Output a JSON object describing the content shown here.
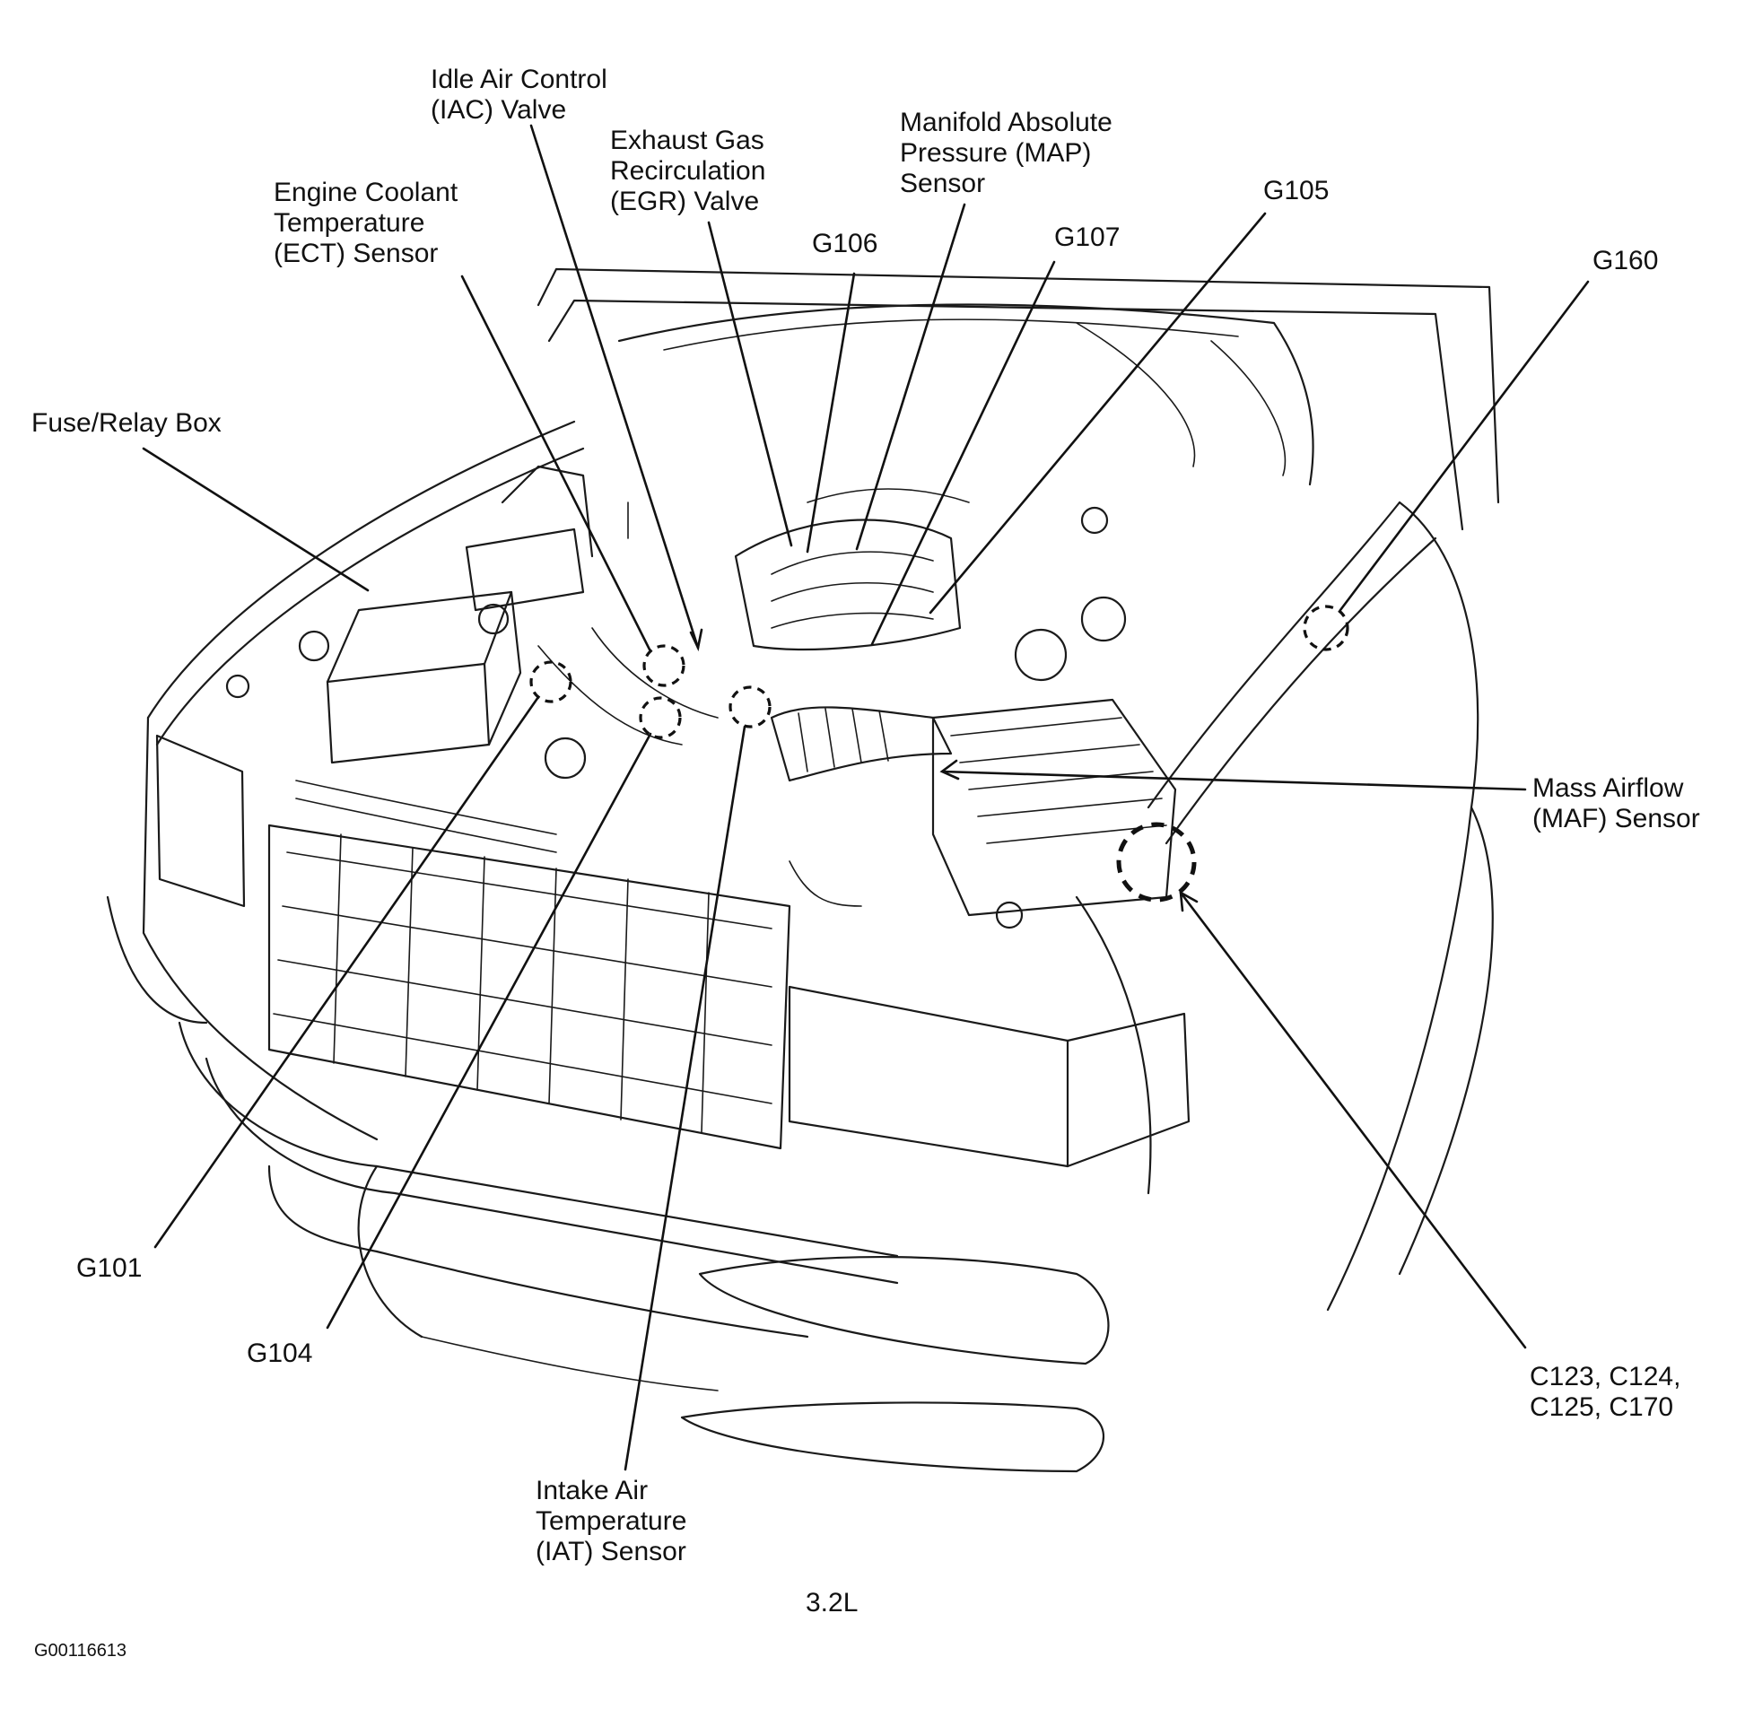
{
  "labels": {
    "iac": "Idle Air Control\n(IAC) Valve",
    "egr": "Exhaust Gas\nRecirculation\n(EGR) Valve",
    "map": "Manifold Absolute\nPressure (MAP)\nSensor",
    "ect": "Engine Coolant\nTemperature\n(ECT) Sensor",
    "g105": "G105",
    "g106": "G106",
    "g107": "G107",
    "g160": "G160",
    "fuse": "Fuse/Relay Box",
    "maf": "Mass Airflow\n(MAF) Sensor",
    "g101": "G101",
    "g104": "G104",
    "connectors": "C123, C124,\nC125, C170",
    "iat": "Intake Air\nTemperature\n(IAT) Sensor"
  },
  "engine": "3.2L",
  "figure_code": "G00116613"
}
